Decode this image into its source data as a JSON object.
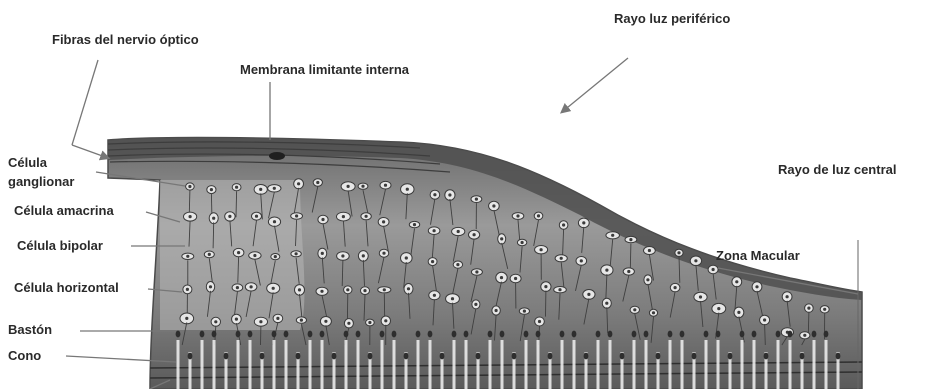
{
  "labels": {
    "fibras": "Fibras del nervio óptico",
    "membrana": "Membrana limitante interna",
    "rayo_periferico": "Rayo luz periférico",
    "rayo_central": "Rayo de luz central",
    "ganglionar_1": "Célula",
    "ganglionar_2": "ganglionar",
    "amacrina": "Célula amacrina",
    "bipolar": "Célula bipolar",
    "horizontal": "Célula horizontal",
    "baston": "Bastón",
    "cono": "Cono",
    "zona_macular": "Zona Macular"
  },
  "colors": {
    "tissue_dark": "#5e5e5e",
    "tissue_mid": "#8a8a8a",
    "tissue_light": "#c4c4c4",
    "nucleus": "#3a3a3a",
    "cell_light": "#e6e6e6",
    "text": "#2a2a2a",
    "leader": "#777777"
  }
}
